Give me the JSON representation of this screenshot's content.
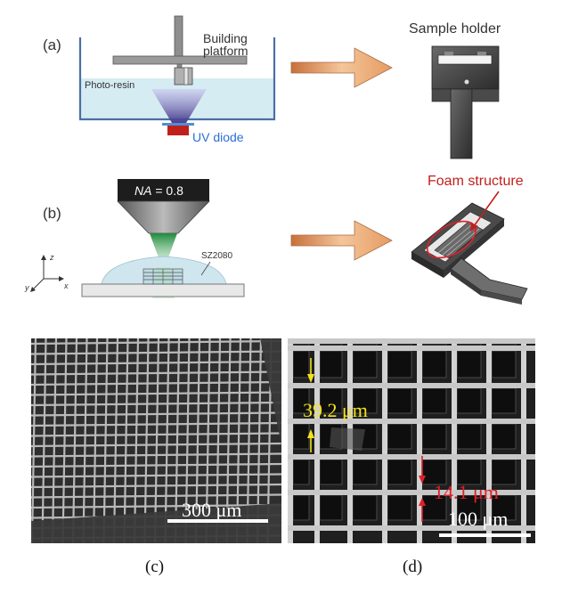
{
  "panel_a": {
    "letter": "(a)",
    "platform_label_1": "Building",
    "platform_label_2": "platform",
    "resin_label": "Photo-resin",
    "diode_label": "UV diode",
    "holder_label": "Sample holder"
  },
  "panel_b": {
    "letter": "(b)",
    "na_label_italic": "NA",
    "na_label_value": " = 0.8",
    "material_label": "SZ2080",
    "foam_label": "Foam structure",
    "axis_z": "z",
    "axis_y": "y",
    "axis_x": "x"
  },
  "panel_c": {
    "scale_label": "300 μm",
    "caption": "(c)"
  },
  "panel_d": {
    "measure_yellow": "39.2 μm",
    "measure_red": "14.1 μm",
    "scale_label": "100 μm",
    "caption": "(d)"
  },
  "colors": {
    "resin": "#d6ecf3",
    "tank": "#4a6fa5",
    "uv_cone": "#3d2f8f",
    "diode": "#c0201b",
    "diode_text": "#2a6fd6",
    "arrow": "#e0a070",
    "holder": "#3a3a3a",
    "green_beam": "#2f9d4a",
    "annotation_red": "#e0202a",
    "annotation_yellow": "#f2e21b"
  }
}
